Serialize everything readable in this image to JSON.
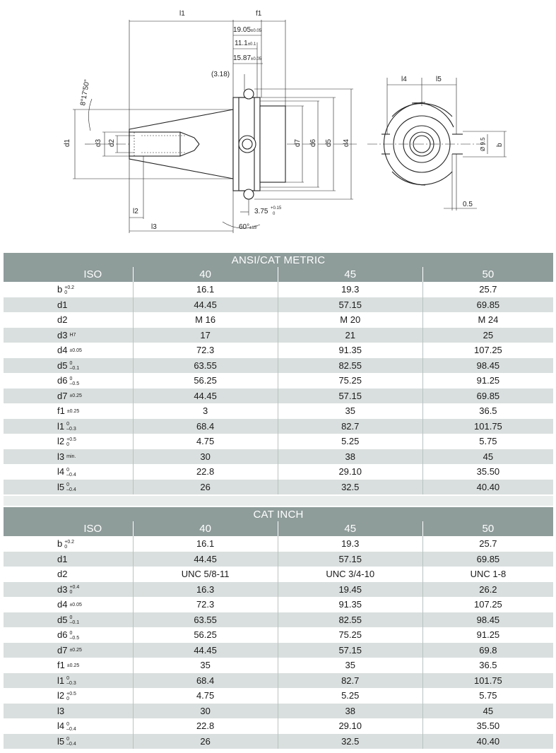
{
  "drawing": {
    "labels": {
      "l1": "l1",
      "f1": "f1",
      "dim_19": "19.05",
      "dim_19_tol": "±0.05",
      "dim_11": "11.1",
      "dim_11_tol": "±0.1",
      "dim_15": "15.87",
      "dim_15_tol": "±0.05",
      "dim_318": "(3.18)",
      "angle": "8°17'50\"",
      "d1": "d1",
      "d2": "d2",
      "d3": "d3",
      "d4": "d4",
      "d5": "d5",
      "d6": "d6",
      "d7": "d7",
      "l2": "l2",
      "l3": "l3",
      "l4": "l4",
      "l5": "l5",
      "dim_375": "3.75",
      "dim_375_up": "+0.15",
      "dim_375_lo": "0",
      "cone": "60°",
      "cone_tol": "±15'",
      "dim_95": "Ø 9.5",
      "b": "b",
      "dim_05": "0.5"
    }
  },
  "tables": [
    {
      "title": "ANSI/CAT METRIC",
      "header": [
        "ISO",
        "40",
        "45",
        "50"
      ],
      "rows": [
        {
          "name": "b",
          "tol_up": "+0.2",
          "tol_lo": "0",
          "v": [
            "16.1",
            "19.3",
            "25.7"
          ]
        },
        {
          "name": "d1",
          "tol": "",
          "v": [
            "44.45",
            "57.15",
            "69.85"
          ]
        },
        {
          "name": "d2",
          "tol": "",
          "v": [
            "M 16",
            "M 20",
            "M 24"
          ]
        },
        {
          "name": "d3",
          "tol": "H7",
          "v": [
            "17",
            "21",
            "25"
          ]
        },
        {
          "name": "d4",
          "tol": "±0.05",
          "v": [
            "72.3",
            "91.35",
            "107.25"
          ]
        },
        {
          "name": "d5",
          "tol_up": "0",
          "tol_lo": "–0.1",
          "v": [
            "63.55",
            "82.55",
            "98.45"
          ]
        },
        {
          "name": "d6",
          "tol_up": "0",
          "tol_lo": "–0.5",
          "v": [
            "56.25",
            "75.25",
            "91.25"
          ]
        },
        {
          "name": "d7",
          "tol": "±0.25",
          "v": [
            "44.45",
            "57.15",
            "69.85"
          ]
        },
        {
          "name": "f1",
          "tol": "±0.25",
          "v": [
            "3",
            "35",
            "36.5"
          ]
        },
        {
          "name": "l1",
          "tol_up": "0",
          "tol_lo": "–0.3",
          "v": [
            "68.4",
            "82.7",
            "101.75"
          ]
        },
        {
          "name": "l2",
          "tol_up": "+0.5",
          "tol_lo": "0",
          "v": [
            "4.75",
            "5.25",
            "5.75"
          ]
        },
        {
          "name": "l3",
          "tol": "min.",
          "v": [
            "30",
            "38",
            "45"
          ]
        },
        {
          "name": "l4",
          "tol_up": "0",
          "tol_lo": "–0.4",
          "v": [
            "22.8",
            "29.10",
            "35.50"
          ]
        },
        {
          "name": "l5",
          "tol_up": "0",
          "tol_lo": "–0.4",
          "v": [
            "26",
            "32.5",
            "40.40"
          ]
        }
      ]
    },
    {
      "title": "CAT INCH",
      "header": [
        "ISO",
        "40",
        "45",
        "50"
      ],
      "rows": [
        {
          "name": "b",
          "tol_up": "+0.2",
          "tol_lo": "0",
          "v": [
            "16.1",
            "19.3",
            "25.7"
          ]
        },
        {
          "name": "d1",
          "tol": "",
          "v": [
            "44.45",
            "57.15",
            "69.85"
          ]
        },
        {
          "name": "d2",
          "tol": "",
          "v": [
            "UNC 5/8-11",
            "UNC 3/4-10",
            "UNC 1-8"
          ]
        },
        {
          "name": "d3",
          "tol_up": "+0.4",
          "tol_lo": "0",
          "v": [
            "16.3",
            "19.45",
            "26.2"
          ]
        },
        {
          "name": "d4",
          "tol": "±0.05",
          "v": [
            "72.3",
            "91.35",
            "107.25"
          ]
        },
        {
          "name": "d5",
          "tol_up": "0",
          "tol_lo": "–0.1",
          "v": [
            "63.55",
            "82.55",
            "98.45"
          ]
        },
        {
          "name": "d6",
          "tol_up": "0",
          "tol_lo": "–0.5",
          "v": [
            "56.25",
            "75.25",
            "91.25"
          ]
        },
        {
          "name": "d7",
          "tol": "±0.25",
          "v": [
            "44.45",
            "57.15",
            "69.8"
          ]
        },
        {
          "name": "f1",
          "tol": "±0.25",
          "v": [
            "35",
            "35",
            "36.5"
          ]
        },
        {
          "name": "l1",
          "tol_up": "0",
          "tol_lo": "–0.3",
          "v": [
            "68.4",
            "82.7",
            "101.75"
          ]
        },
        {
          "name": "l2",
          "tol_up": "+0.5",
          "tol_lo": "0",
          "v": [
            "4.75",
            "5.25",
            "5.75"
          ]
        },
        {
          "name": "l3",
          "tol": "",
          "v": [
            "30",
            "38",
            "45"
          ]
        },
        {
          "name": "l4",
          "tol_up": "0",
          "tol_lo": "–0.4",
          "v": [
            "22.8",
            "29.10",
            "35.50"
          ]
        },
        {
          "name": "l5",
          "tol_up": "0",
          "tol_lo": "–0.4",
          "v": [
            "26",
            "32.5",
            "40.40"
          ]
        }
      ]
    }
  ]
}
